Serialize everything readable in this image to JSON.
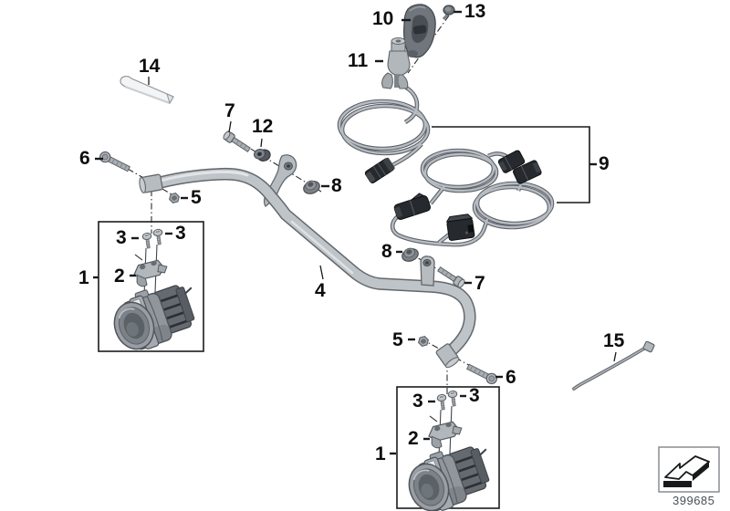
{
  "diagram": {
    "doc_number": "399685",
    "callouts": {
      "n10": "10",
      "n13": "13",
      "n11": "11",
      "n14": "14",
      "n9": "9",
      "n7_upper": "7",
      "n12": "12",
      "n6_left": "6",
      "n5_left": "5",
      "n8_upper": "8",
      "n4": "4",
      "n8_lower": "8",
      "n7_lower": "7",
      "n5_lower": "5",
      "n6_lower": "6",
      "n15": "15",
      "n1_left": "1",
      "n3_left_a": "3",
      "n3_left_b": "3",
      "n2_left": "2",
      "n1_bottom": "1",
      "n3_bottom_a": "3",
      "n3_bottom_b": "3",
      "n2_bottom": "2"
    },
    "icons": {
      "direction_arrow": "flat-part-direction-arrow"
    },
    "colors": {
      "line": "#17191b",
      "metal": "#b7bcc1",
      "metal_dark": "#63686d",
      "plastic_dark": "#26292d",
      "cable_core": "#b6bcc2",
      "cable_outline": "#5c6167"
    }
  }
}
